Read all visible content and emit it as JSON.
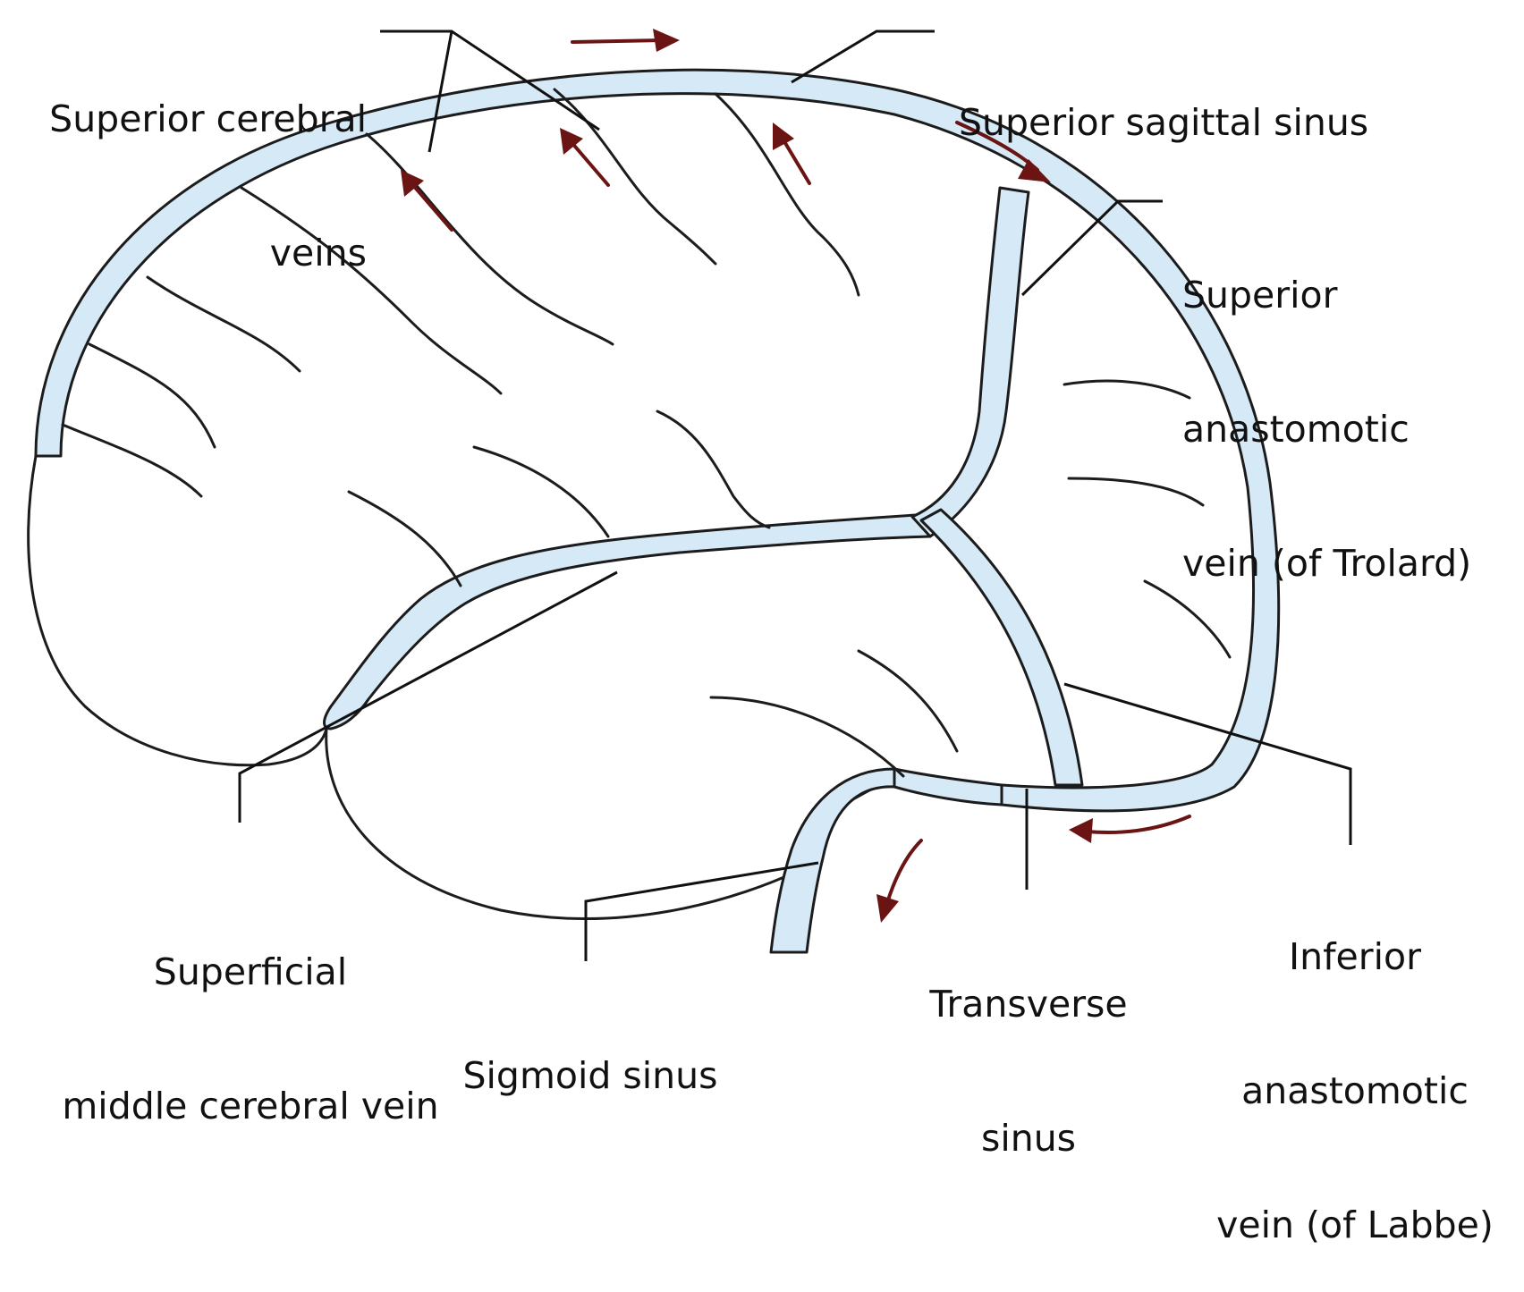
{
  "labels": {
    "superior_cerebral_veins": [
      "Superior cerebral",
      "veins"
    ],
    "superior_sagittal_sinus": [
      "Superior sagittal sinus"
    ],
    "superior_anastomotic_vein": [
      "Superior",
      "anastomotic",
      "vein (of Trolard)"
    ],
    "superficial_middle_cerebral_vein": [
      "Superficial",
      "middle cerebral vein"
    ],
    "sigmoid_sinus": [
      "Sigmoid sinus"
    ],
    "transverse_sinus": [
      "Transverse",
      "sinus"
    ],
    "inferior_anastomotic_vein": [
      "Inferior",
      "anastomotic",
      "vein (of Labbe)"
    ]
  },
  "colors": {
    "vein_fill": "#d6e9f6",
    "outline": "#1c1c1c",
    "flow_arrow": "#6b1414"
  }
}
